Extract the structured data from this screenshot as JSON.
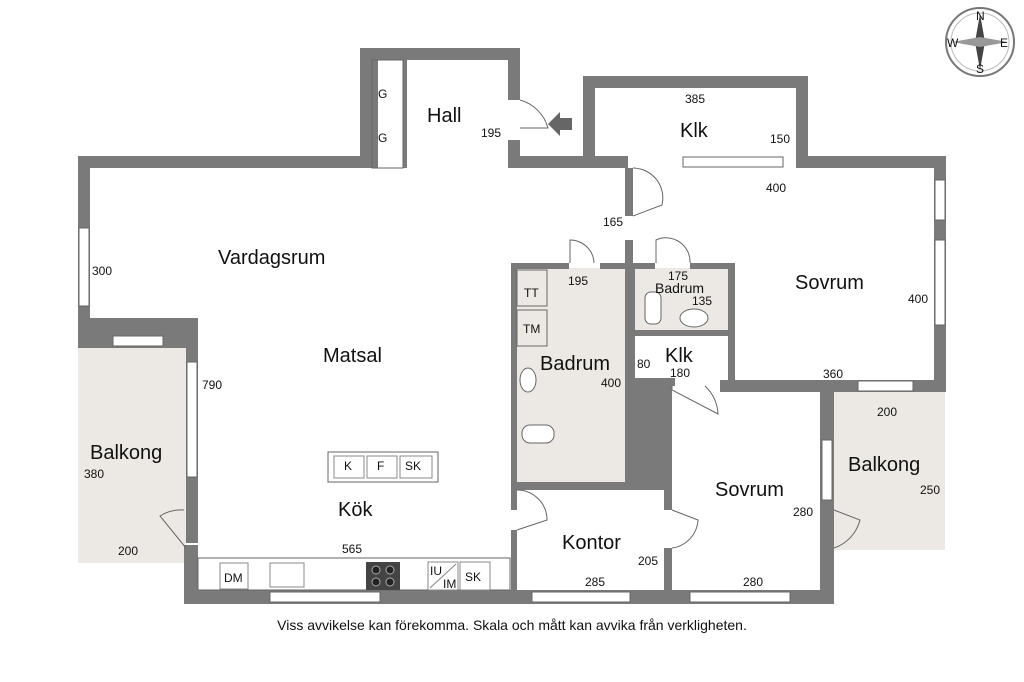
{
  "rooms": {
    "hall": "Hall",
    "klk_top": "Klk",
    "vardagsrum": "Vardagsrum",
    "sovrum_right": "Sovrum",
    "matsal": "Matsal",
    "badrum_main": "Badrum",
    "badrum_small": "Badrum",
    "klk_mid": "Klk",
    "balkong_left": "Balkong",
    "balkong_right": "Balkong",
    "sovrum_bottom": "Sovrum",
    "kok": "Kök",
    "kontor": "Kontor"
  },
  "dimensions": {
    "hall_195": "195",
    "klk_385": "385",
    "klk_150": "150",
    "sov_400_top": "400",
    "corr_165": "165",
    "vard_300": "300",
    "bad_195": "195",
    "bad_175": "175",
    "bad_135": "135",
    "sov_400_right": "400",
    "matsal_790": "790",
    "bad_80": "80",
    "klk_180": "180",
    "bad_400": "400",
    "sov_360": "360",
    "bal_200_top": "200",
    "bal_380": "380",
    "bal_250": "250",
    "sov_280_right": "280",
    "bal_200_bottom": "200",
    "kok_565": "565",
    "kontor_205": "205",
    "kontor_285": "285",
    "sov_280_bottom": "280"
  },
  "fixtures": {
    "g1": "G",
    "g2": "G",
    "tt": "TT",
    "tm": "TM",
    "island_k": "K",
    "island_f": "F",
    "island_sk": "SK",
    "dm": "DM",
    "iu": "IU",
    "im": "IM",
    "sk": "SK"
  },
  "compass": {
    "n": "N",
    "s": "S",
    "e": "E",
    "w": "W"
  },
  "disclaimer": "Viss avvikelse kan förekomma. Skala och mått kan avvika från verkligheten."
}
